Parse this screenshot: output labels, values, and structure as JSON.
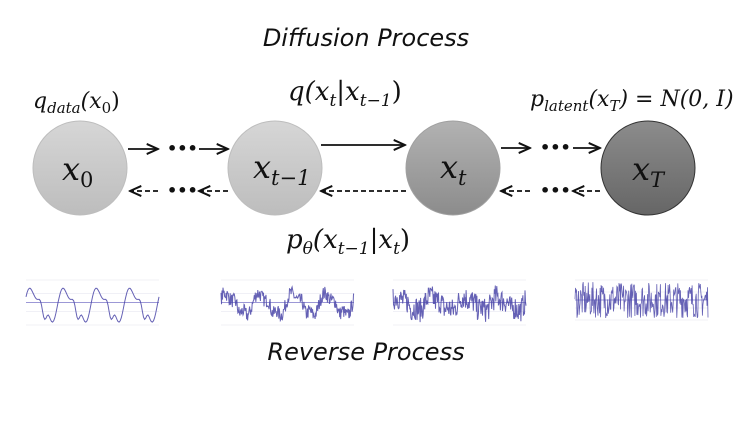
{
  "titles": {
    "diffusion": "Diffusion Process",
    "reverse": "Reverse Process"
  },
  "labels": {
    "q_data": {
      "main": "q",
      "sub": "data",
      "arg": "(x",
      "argsub": "0",
      "close": ")"
    },
    "forward": {
      "text": "q(x",
      "sub1": "t",
      "mid": "|x",
      "sub2": "t−1",
      "close": ")"
    },
    "p_latent": {
      "main": "p",
      "sub": "latent",
      "arg": "(x",
      "argsub": "T",
      "rest": ") = N(0, I)"
    },
    "reverse": {
      "main": "p",
      "sub": "θ",
      "arg": "(x",
      "sub1": "t−1",
      "mid": "|x",
      "sub2": "t",
      "close": ")"
    }
  },
  "nodes": [
    {
      "id": "x0",
      "var": "x",
      "sub": "0",
      "fill_top": "#d6d6d6",
      "fill_bottom": "#bdbdbd",
      "stroke": "#bdbdbd"
    },
    {
      "id": "xt-1",
      "var": "x",
      "sub": "t−1",
      "fill_top": "#d6d6d6",
      "fill_bottom": "#bdbdbd",
      "stroke": "#bdbdbd"
    },
    {
      "id": "xt",
      "var": "x",
      "sub": "t",
      "fill_top": "#b0b0b0",
      "fill_bottom": "#8a8a8a",
      "stroke": "#a0a0a0"
    },
    {
      "id": "xT",
      "var": "x",
      "sub": "T",
      "fill_top": "#8a8a8a",
      "fill_bottom": "#666666",
      "stroke": "#333333"
    }
  ],
  "ellipsis": "•••",
  "waveforms": [
    {
      "name": "clean-signal",
      "noise_level": 0.0
    },
    {
      "name": "slightly-noisy-signal",
      "noise_level": 0.35
    },
    {
      "name": "noisy-signal",
      "noise_level": 0.6
    },
    {
      "name": "pure-noise",
      "noise_level": 1.0
    }
  ],
  "colors": {
    "waveform": "#4a45a8",
    "waveform_axis": "#9c98d6",
    "arrow": "#111111"
  }
}
